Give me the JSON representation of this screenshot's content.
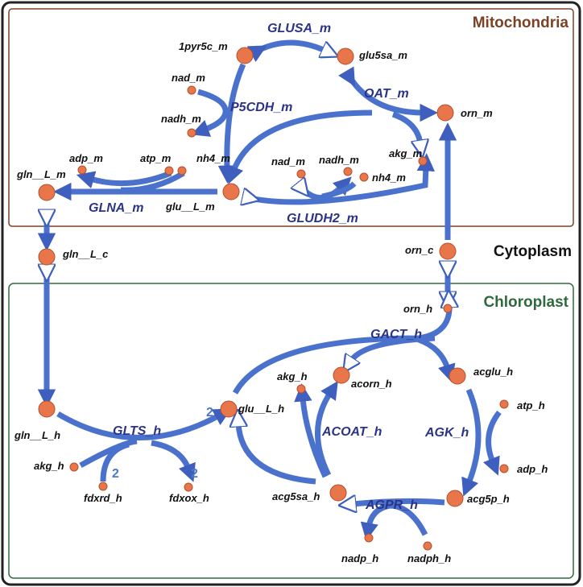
{
  "colors": {
    "arrow": "#4a72cc",
    "node": "#e8764a",
    "reaction_label": "#2b3386",
    "mitochondria": "#7a4226",
    "cytoplasm": "#111111",
    "chloroplast": "#2f6a3f"
  },
  "compartments": [
    {
      "id": "mitochondria",
      "label": "Mitochondria"
    },
    {
      "id": "cytoplasm",
      "label": "Cytoplasm"
    },
    {
      "id": "chloroplast",
      "label": "Chloroplast"
    }
  ],
  "reactions": [
    {
      "id": "GLUSA_m",
      "label": "GLUSA_m"
    },
    {
      "id": "P5CDH_m",
      "label": "P5CDH_m"
    },
    {
      "id": "OAT_m",
      "label": "OAT_m"
    },
    {
      "id": "GLNA_m",
      "label": "GLNA_m"
    },
    {
      "id": "GLUDH2_m",
      "label": "GLUDH2_m"
    },
    {
      "id": "GACT_h",
      "label": "GACT_h"
    },
    {
      "id": "GLTS_h",
      "label": "GLTS_h"
    },
    {
      "id": "ACOAT_h",
      "label": "ACOAT_h"
    },
    {
      "id": "AGK_h",
      "label": "AGK_h"
    },
    {
      "id": "AGPR_h",
      "label": "AGPR_h"
    }
  ],
  "metabolites": [
    {
      "id": "1pyr5c_m",
      "label": "1pyr5c_m",
      "size": "large"
    },
    {
      "id": "glu5sa_m",
      "label": "glu5sa_m",
      "size": "large"
    },
    {
      "id": "nad_m_1",
      "label": "nad_m",
      "size": "small"
    },
    {
      "id": "nadh_m_1",
      "label": "nadh_m",
      "size": "small"
    },
    {
      "id": "orn_m",
      "label": "orn_m",
      "size": "large"
    },
    {
      "id": "akg_m",
      "label": "akg_m",
      "size": "small"
    },
    {
      "id": "adp_m",
      "label": "adp_m",
      "size": "small"
    },
    {
      "id": "atp_m",
      "label": "atp_m",
      "size": "small"
    },
    {
      "id": "nh4_m_1",
      "label": "nh4_m",
      "size": "small"
    },
    {
      "id": "nad_m_2",
      "label": "nad_m",
      "size": "small"
    },
    {
      "id": "nadh_m_2",
      "label": "nadh_m",
      "size": "small"
    },
    {
      "id": "nh4_m_2",
      "label": "nh4_m",
      "size": "small"
    },
    {
      "id": "gln_L_m",
      "label": "gln__L_m",
      "size": "large"
    },
    {
      "id": "glu_L_m",
      "label": "glu__L_m",
      "size": "large"
    },
    {
      "id": "gln_L_c",
      "label": "gln__L_c",
      "size": "large"
    },
    {
      "id": "orn_c",
      "label": "orn_c",
      "size": "large"
    },
    {
      "id": "orn_h",
      "label": "orn_h",
      "size": "small"
    },
    {
      "id": "acorn_h",
      "label": "acorn_h",
      "size": "large"
    },
    {
      "id": "acglu_h",
      "label": "acglu_h",
      "size": "large"
    },
    {
      "id": "akg_h_1",
      "label": "akg_h",
      "size": "small"
    },
    {
      "id": "atp_h",
      "label": "atp_h",
      "size": "small"
    },
    {
      "id": "gln_L_h",
      "label": "gln__L_h",
      "size": "large"
    },
    {
      "id": "glu_L_h",
      "label": "glu__L_h",
      "size": "large"
    },
    {
      "id": "akg_h_2",
      "label": "akg_h",
      "size": "small"
    },
    {
      "id": "fdxrd_h",
      "label": "fdxrd_h",
      "size": "small"
    },
    {
      "id": "fdxox_h",
      "label": "fdxox_h",
      "size": "small"
    },
    {
      "id": "adp_h",
      "label": "adp_h",
      "size": "small"
    },
    {
      "id": "acg5sa_h",
      "label": "acg5sa_h",
      "size": "large"
    },
    {
      "id": "acg5p_h",
      "label": "acg5p_h",
      "size": "large"
    },
    {
      "id": "nadp_h",
      "label": "nadp_h",
      "size": "small"
    },
    {
      "id": "nadph_h",
      "label": "nadph_h",
      "size": "small"
    }
  ],
  "stoichiometry": [
    {
      "id": "glu_L_h_coef",
      "label": "2"
    },
    {
      "id": "fdxrd_h_coef",
      "label": "2"
    },
    {
      "id": "fdxox_h_coef",
      "label": "2"
    }
  ]
}
